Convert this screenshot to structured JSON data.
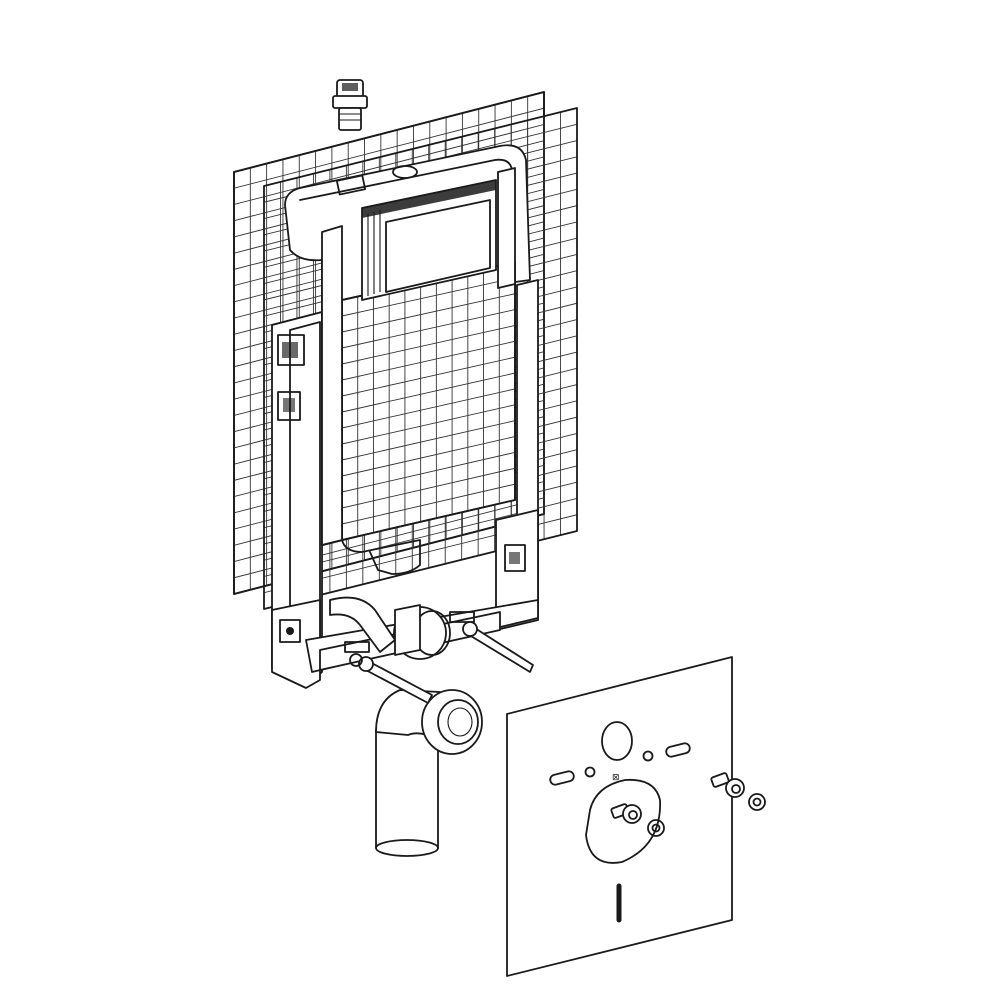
{
  "diagram": {
    "components": [
      {
        "id": "flush-valve-fitting",
        "icon": "valve-fitting-icon"
      },
      {
        "id": "grid-mat-back",
        "icon": "grid-mat-icon"
      },
      {
        "id": "grid-mat-front",
        "icon": "grid-mat-icon"
      },
      {
        "id": "installation-frame",
        "icon": "frame-icon"
      },
      {
        "id": "cistern",
        "icon": "cistern-icon"
      },
      {
        "id": "flush-plate-opening",
        "icon": "opening-icon"
      },
      {
        "id": "drain-elbow",
        "icon": "pipe-elbow-icon"
      },
      {
        "id": "connection-pipe",
        "icon": "pipe-icon"
      },
      {
        "id": "threaded-rods",
        "icon": "rod-icon"
      },
      {
        "id": "sound-insulation-pad",
        "icon": "pad-icon"
      },
      {
        "id": "fixing-screw-with-washer",
        "icon": "screw-icon"
      }
    ]
  }
}
